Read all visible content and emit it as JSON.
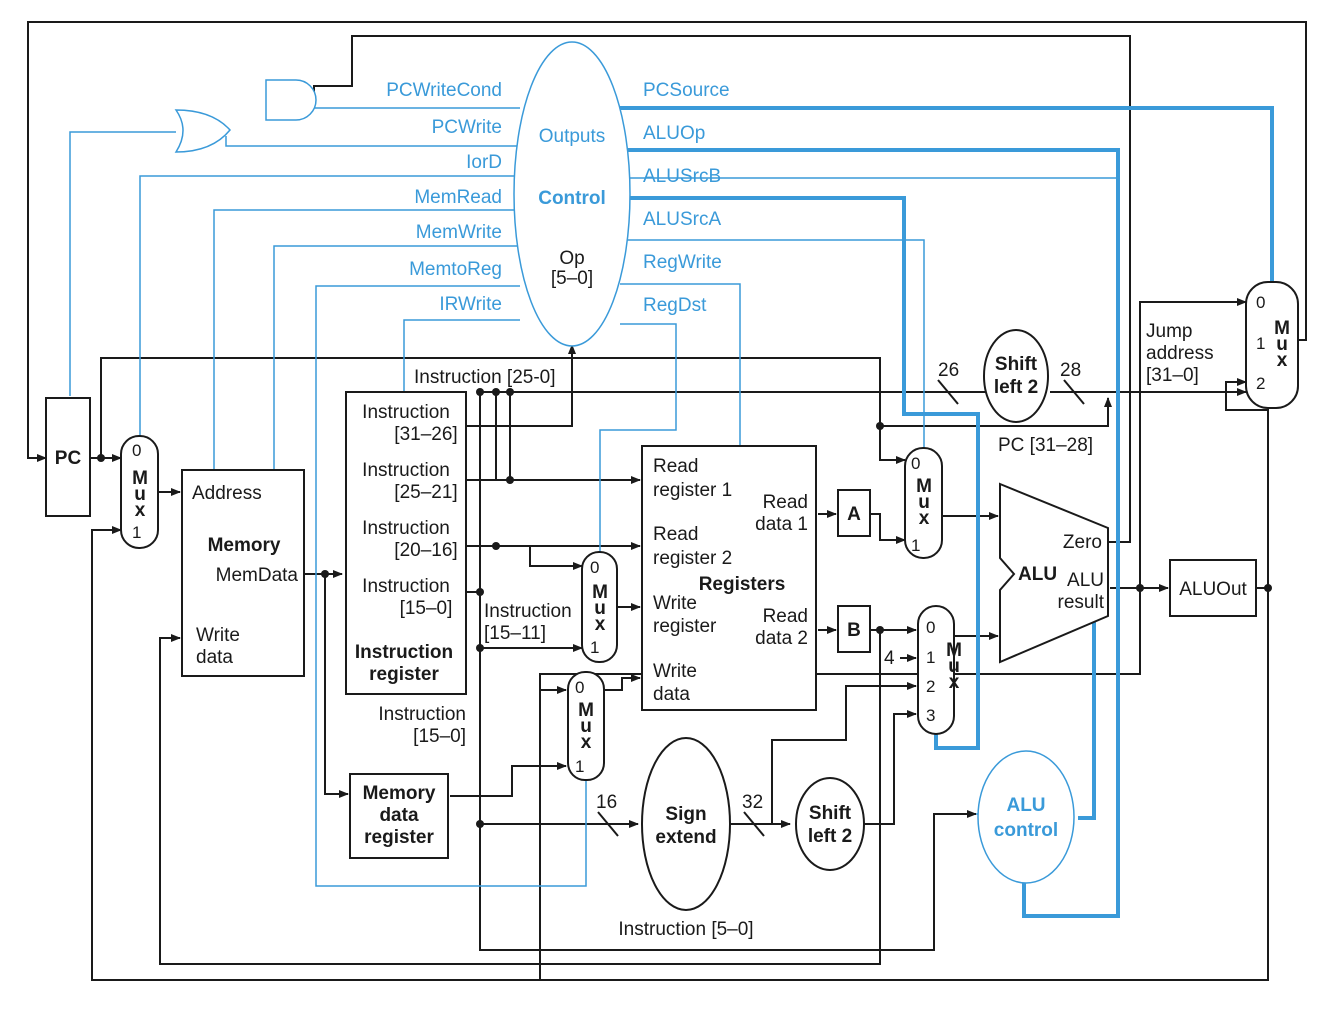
{
  "control": {
    "outputs_label": "Outputs",
    "title": "Control",
    "op_label": "Op",
    "op_bits": "[5–0]",
    "signals_left": [
      "PCWriteCond",
      "PCWrite",
      "IorD",
      "MemRead",
      "MemWrite",
      "MemtoReg",
      "IRWrite"
    ],
    "signals_right": [
      "PCSource",
      "ALUOp",
      "ALUSrcB",
      "ALUSrcA",
      "RegWrite",
      "RegDst"
    ]
  },
  "pc": {
    "label": "PC"
  },
  "memory": {
    "address": "Address",
    "title": "Memory",
    "memdata": "MemData",
    "write_1": "Write",
    "write_2": "data"
  },
  "ir": {
    "title_1": "Instruction",
    "title_2": "register",
    "fields": [
      {
        "l1": "Instruction",
        "l2": "[31–26]"
      },
      {
        "l1": "Instruction",
        "l2": "[25–21]"
      },
      {
        "l1": "Instruction",
        "l2": "[20–16]"
      },
      {
        "l1": "Instruction",
        "l2": "[15–0]"
      }
    ]
  },
  "mdr": {
    "l1": "Memory",
    "l2": "data",
    "l3": "register"
  },
  "registers": {
    "title": "Registers",
    "rr1_1": "Read",
    "rr1_2": "register 1",
    "rr2_1": "Read",
    "rr2_2": "register 2",
    "wr_1": "Write",
    "wr_2": "register",
    "wd_1": "Write",
    "wd_2": "data",
    "rd1_1": "Read",
    "rd1_2": "data 1",
    "rd2_1": "Read",
    "rd2_2": "data 2"
  },
  "reg_a": "A",
  "reg_b": "B",
  "alu": {
    "label": "ALU",
    "zero": "Zero",
    "result_1": "ALU",
    "result_2": "result"
  },
  "aluout": "ALUOut",
  "alu_control": {
    "l1": "ALU",
    "l2": "control"
  },
  "sign_extend": {
    "l1": "Sign",
    "l2": "extend"
  },
  "shift_left_2": {
    "l1": "Shift",
    "l2": "left 2"
  },
  "mux": {
    "m": "M",
    "u": "u",
    "x": "x"
  },
  "labels": {
    "instr_25_0": "Instruction [25-0]",
    "instr_15_11_1": "Instruction",
    "instr_15_11_2": "[15–11]",
    "instr_15_0_1": "Instruction",
    "instr_15_0_2": "[15–0]",
    "instr_5_0": "Instruction [5–0]",
    "pc_31_28": "PC [31–28]",
    "jump_1": "Jump",
    "jump_2": "address",
    "jump_3": "[31–0]",
    "w26": "26",
    "w28": "28",
    "w16": "16",
    "w32": "32",
    "const4": "4"
  },
  "mux_inputs": {
    "zero": "0",
    "one": "1",
    "two": "2",
    "three": "3"
  },
  "colors": {
    "control": "#3a9ad9",
    "datapath": "#1a1a1a"
  }
}
